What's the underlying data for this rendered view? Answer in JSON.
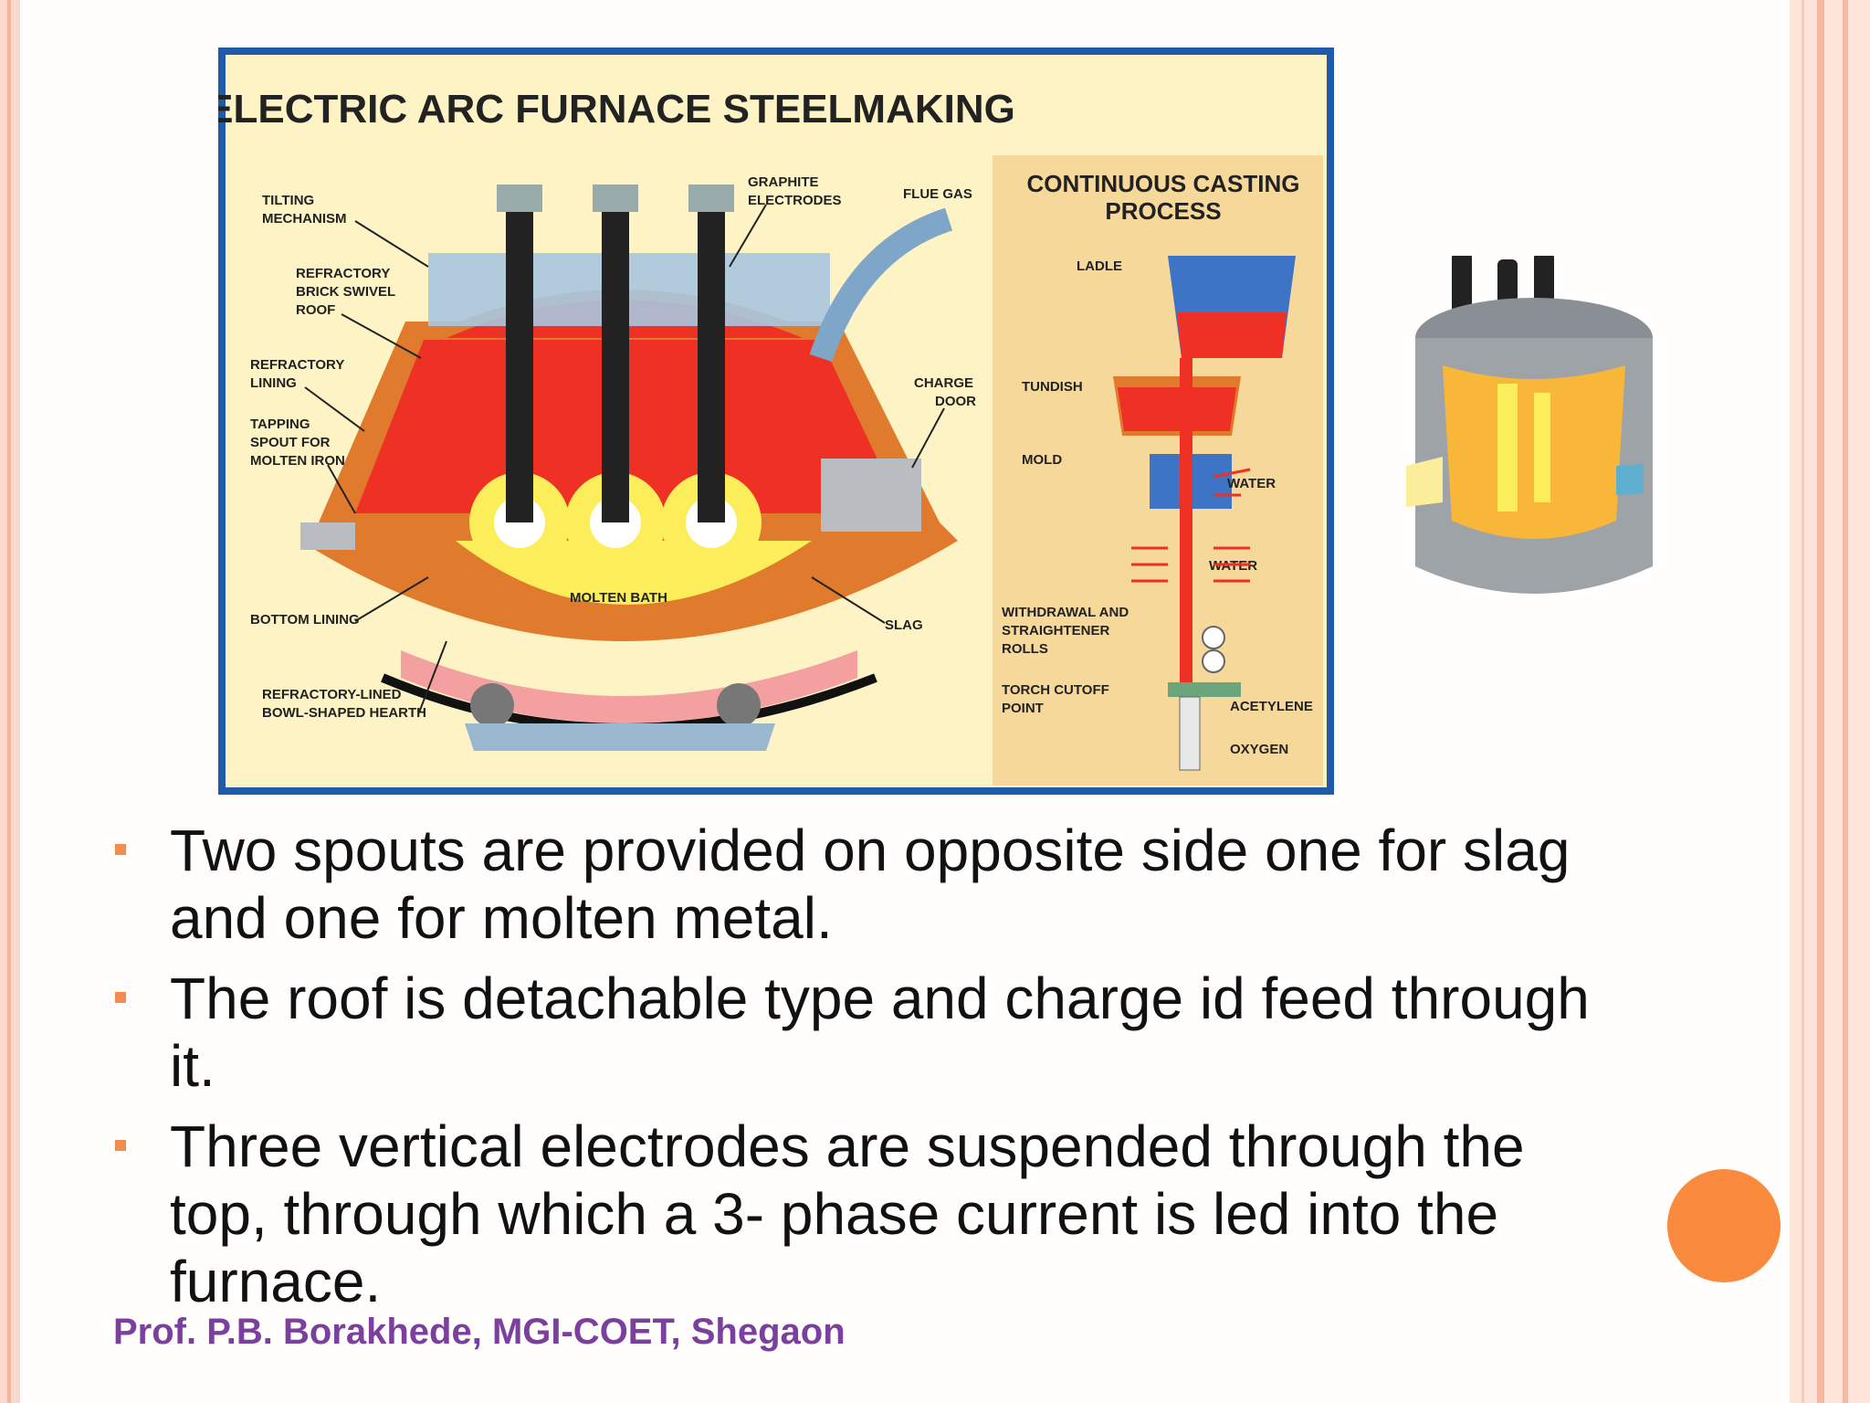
{
  "diagram": {
    "title": "ELECTRIC ARC FURNACE STEELMAKING",
    "casting_title_line1": "CONTINUOUS CASTING",
    "casting_title_line2": "PROCESS",
    "labels": {
      "tilting1": "TILTING",
      "tilting2": "MECHANISM",
      "refractory_brick1": "REFRACTORY",
      "refractory_brick2": "BRICK SWIVEL",
      "refractory_brick3": "ROOF",
      "refractory_lining1": "REFRACTORY",
      "refractory_lining2": "LINING",
      "tapping1": "TAPPING",
      "tapping2": "SPOUT FOR",
      "tapping3": "MOLTEN IRON",
      "bottom_lining": "BOTTOM LINING",
      "hearth1": "REFRACTORY-LINED",
      "hearth2": "BOWL-SHAPED HEARTH",
      "graphite1": "GRAPHITE",
      "graphite2": "ELECTRODES",
      "flue_gas": "FLUE GAS",
      "charge1": "CHARGE",
      "charge2": "DOOR",
      "molten_bath": "MOLTEN BATH",
      "slag": "SLAG",
      "ladle": "LADLE",
      "tundish": "TUNDISH",
      "mold": "MOLD",
      "water1": "WATER",
      "water2": "WATER",
      "withdrawal1": "WITHDRAWAL AND",
      "withdrawal2": "STRAIGHTENER",
      "withdrawal3": "ROLLS",
      "torch1": "TORCH CUTOFF",
      "torch2": "POINT",
      "acetylene": "ACETYLENE",
      "oxygen": "OXYGEN"
    }
  },
  "bullets": [
    {
      "line1": "Two spouts are provided on opposite side one for slag",
      "line2": "and one for molten metal.",
      "line3": ""
    },
    {
      "line1": "The roof is detachable type and charge id feed through",
      "line2": "it.",
      "line3": ""
    },
    {
      "line1": "Three vertical electrodes are suspended through the",
      "line2": "top, through which a 3- phase current is led into the",
      "line3": "furnace."
    }
  ],
  "footer": "Prof. P.B. Borakhede, MGI-COET, Shegaon",
  "colors": {
    "accent": "#f58b4c",
    "footer": "#7b3f9e",
    "diagram_border": "#1f5ba8",
    "diagram_bg": "#fdf3c4"
  }
}
